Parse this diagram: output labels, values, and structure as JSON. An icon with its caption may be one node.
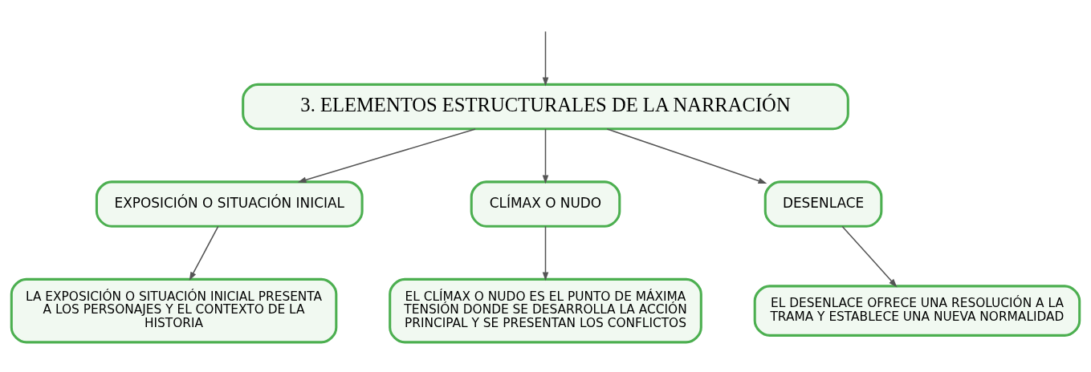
{
  "diagram": {
    "nodes": [
      {
        "text": [
          "3. ELEMENTOS ESTRUCTURALES DE LA NARRACIÓN"
        ]
      },
      {
        "text": [
          "EXPOSICIÓN O SITUACIÓN INICIAL"
        ]
      },
      {
        "text": [
          "CLÍMAX O NUDO"
        ]
      },
      {
        "text": [
          "DESENLACE"
        ]
      },
      {
        "text": [
          "LA EXPOSICIÓN O SITUACIÓN INICIAL PRESENTA A LOS PERSONAJES Y EL CONTEXTO DE LA HISTORIA"
        ]
      },
      {
        "text": [
          "EL CLÍMAX O NUDO ES EL PUNTO DE MÁXIMA TENSIÓN DONDE SE DESARROLLA LA ACCIÓN PRINCIPAL Y SE PRESENTAN LOS CONFLICTOS"
        ]
      },
      {
        "text": [
          "EL DESENLACE OFRECE UNA RESOLUCIÓN A LA TRAMA Y ESTABLECE UNA NUEVA NORMALIDAD"
        ]
      }
    ],
    "edges": [
      {
        "from": null,
        "to": 0,
        "arrow": "to"
      },
      {
        "from": 0,
        "to": 1,
        "arrow": "to"
      },
      {
        "from": 0,
        "to": 2,
        "arrow": "to"
      },
      {
        "from": 0,
        "to": 3,
        "arrow": "to"
      },
      {
        "from": 1,
        "to": 4,
        "arrow": "to"
      },
      {
        "from": 2,
        "to": 5,
        "arrow": "to"
      },
      {
        "from": 3,
        "to": 6,
        "arrow": "to"
      }
    ]
  }
}
